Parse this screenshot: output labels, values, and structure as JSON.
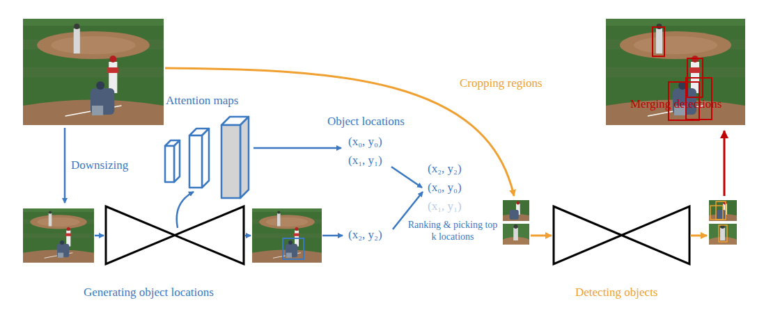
{
  "diagram": {
    "labels": [
      "Downsizing",
      "Attention maps",
      "Object locations",
      "(x₀, y₀)",
      "(x₁, y₁)",
      "(x₂, y₂)",
      "(x₂, y₂)",
      "(x₀, y₀)",
      "(x₁, y₁)",
      "Ranking & picking top k locations",
      "Generating object locations",
      "Cropping regions",
      "Detecting objects",
      "Merging detections"
    ]
  }
}
